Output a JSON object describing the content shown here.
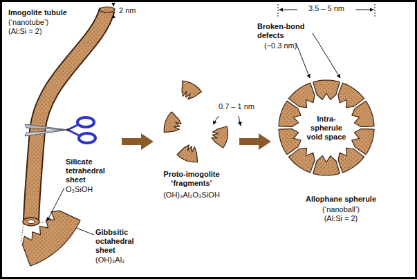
{
  "diagram": {
    "nodes": [
      {
        "text": [
          "Intra-spherule void space"
        ]
      }
    ],
    "labels": [
      "Imogolite tubule",
      "(‘nanotube’) (Al:Si = 2)",
      "2 nm",
      "Silicate tetrahedral sheet",
      "O₃SiOH",
      "Gibbsitic octahedral sheet",
      "(OH)₃Al₂",
      "Proto-imogolite ‘fragments’",
      "(OH)₃Al₂O₃SiOH",
      "0.7 – 1 nm",
      "Broken-bond defects",
      "(~0.3 nm)",
      "3.5 – 5 nm",
      "Allophane spherule",
      "(‘nanoball’) (Al:Si = 2)"
    ]
  }
}
